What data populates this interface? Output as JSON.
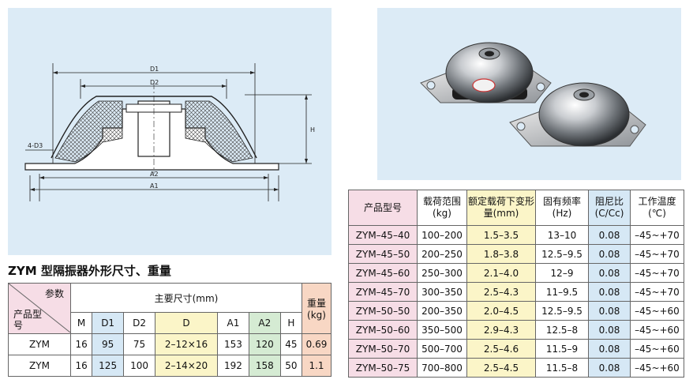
{
  "drawing": {
    "labels": {
      "d1": "D1",
      "d2": "D2",
      "d3": "4-D3",
      "a2": "A2",
      "a1": "A1",
      "h": "H"
    }
  },
  "dimension_section": {
    "title": "ZYM 型隔振器外形尺寸、重量",
    "header": {
      "param_label": "参数",
      "model_label": "产品型号",
      "main_dims_label": "主要尺寸(mm)",
      "weight_label": "重量(kg)",
      "columns": [
        "M",
        "D1",
        "D2",
        "D",
        "A1",
        "A2",
        "H"
      ]
    },
    "rows": [
      {
        "model": "ZYM",
        "M": "16",
        "D1": "95",
        "D2": "75",
        "D": "2–12×16",
        "A1": "153",
        "A2": "120",
        "H": "45",
        "weight": "0.69"
      },
      {
        "model": "ZYM",
        "M": "16",
        "D1": "125",
        "D2": "100",
        "D": "2–14×20",
        "A1": "192",
        "A2": "158",
        "H": "50",
        "weight": "1.1"
      }
    ]
  },
  "spec_section": {
    "headers": {
      "model": "产品型号",
      "load_range": "载荷范围(kg)",
      "deformation": "额定载荷下变形量(mm)",
      "frequency": "固有频率(Hz)",
      "damping": "阻尼比(C/Cc)",
      "temperature": "工作温度(℃)"
    },
    "rows": [
      {
        "model": "ZYM–45–40",
        "load": "100–200",
        "deform": "1.5–3.5",
        "freq": "13–10",
        "damping": "0.08",
        "temp": "–45~+70"
      },
      {
        "model": "ZYM–45–50",
        "load": "200–250",
        "deform": "1.8–3.8",
        "freq": "12.5–9.5",
        "damping": "0.08",
        "temp": "–45~+70"
      },
      {
        "model": "ZYM–45–60",
        "load": "250–300",
        "deform": "2.1–4.0",
        "freq": "12–9",
        "damping": "0.08",
        "temp": "–45~+70"
      },
      {
        "model": "ZYM–45–70",
        "load": "300–350",
        "deform": "2.5–4.3",
        "freq": "11–9.5",
        "damping": "0.08",
        "temp": "–45~+70"
      },
      {
        "model": "ZYM–50–50",
        "load": "200–350",
        "deform": "2.0–4.5",
        "freq": "12.5–9.5",
        "damping": "0.08",
        "temp": "–45~+60"
      },
      {
        "model": "ZYM–50–60",
        "load": "350–500",
        "deform": "2.9–4.3",
        "freq": "12.5–8",
        "damping": "0.08",
        "temp": "–45~+60"
      },
      {
        "model": "ZYM–50–70",
        "load": "500–700",
        "deform": "2.5–4.6",
        "freq": "11.5–9",
        "damping": "0.08",
        "temp": "–45~+60"
      },
      {
        "model": "ZYM–50–75",
        "load": "700–800",
        "deform": "2.5–4.5",
        "freq": "11.5–8",
        "damping": "0.08",
        "temp": "–45~+60"
      }
    ]
  }
}
